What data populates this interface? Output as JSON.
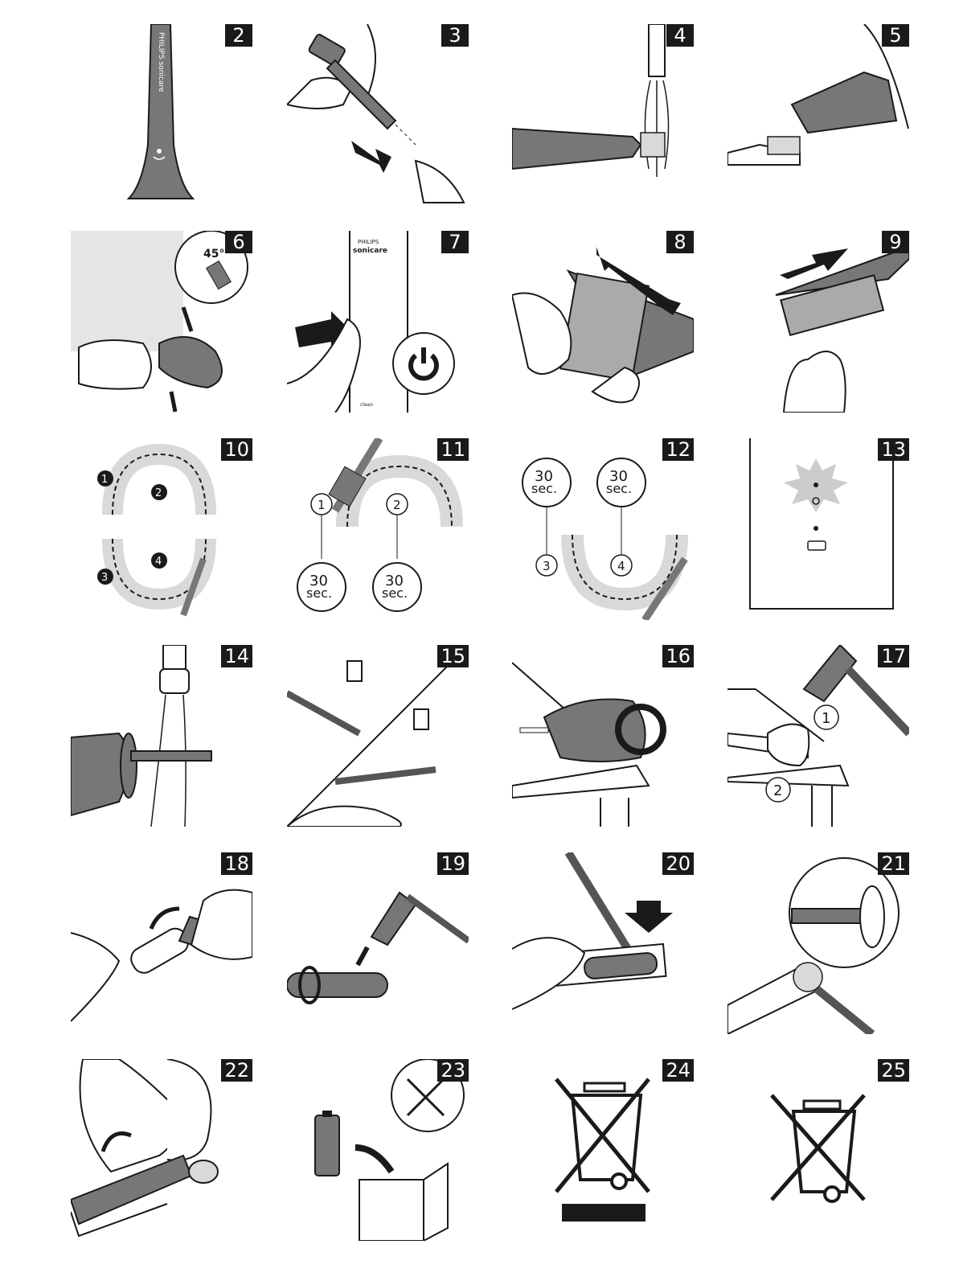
{
  "colors": {
    "ink": "#1a1a1a",
    "fill_grey": "#777777",
    "light_grey": "#d9d9d9",
    "background": "#ffffff"
  },
  "steps": [
    {
      "number": "2",
      "icon": "brush-handle-icon"
    },
    {
      "number": "3",
      "icon": "attach-brush-head-icon"
    },
    {
      "number": "4",
      "icon": "rinse-bristles-icon"
    },
    {
      "number": "5",
      "icon": "apply-toothpaste-icon"
    },
    {
      "number": "6",
      "icon": "angle-45-icon"
    },
    {
      "number": "7",
      "icon": "power-button-icon"
    },
    {
      "number": "8",
      "icon": "back-forth-brushing-icon"
    },
    {
      "number": "9",
      "icon": "gumline-brushing-icon"
    },
    {
      "number": "10",
      "icon": "quadrant-diagram-icon"
    },
    {
      "number": "11",
      "icon": "upper-jaw-quadrants-icon"
    },
    {
      "number": "12",
      "icon": "lower-jaw-quadrants-icon"
    },
    {
      "number": "13",
      "icon": "indicator-lights-icon"
    },
    {
      "number": "14",
      "icon": "rinse-handle-icon"
    },
    {
      "number": "15",
      "icon": "rinse-head-icon"
    },
    {
      "number": "16",
      "icon": "wrap-in-cloth-icon"
    },
    {
      "number": "17",
      "icon": "hammer-cloth-icon"
    },
    {
      "number": "18",
      "icon": "remove-cap-icon"
    },
    {
      "number": "19",
      "icon": "hammer-tube-icon"
    },
    {
      "number": "20",
      "icon": "pry-battery-icon"
    },
    {
      "number": "21",
      "icon": "lever-open-icon"
    },
    {
      "number": "22",
      "icon": "lift-battery-icon"
    },
    {
      "number": "23",
      "icon": "battery-recycle-icon"
    },
    {
      "number": "24",
      "icon": "weee-bin-bar-icon"
    },
    {
      "number": "25",
      "icon": "weee-bin-icon"
    }
  ],
  "texts": {
    "brand_vertical": "PHILIPS sonicare",
    "brand_philips": "PHILIPS",
    "brand_sonicare": "sonicare",
    "angle": "45°",
    "clean_label": "clean",
    "seconds": "30",
    "sec_unit": "sec.",
    "q1": "1",
    "q2": "2",
    "q3": "3",
    "q4": "4",
    "step17_a": "1",
    "step17_b": "2"
  }
}
